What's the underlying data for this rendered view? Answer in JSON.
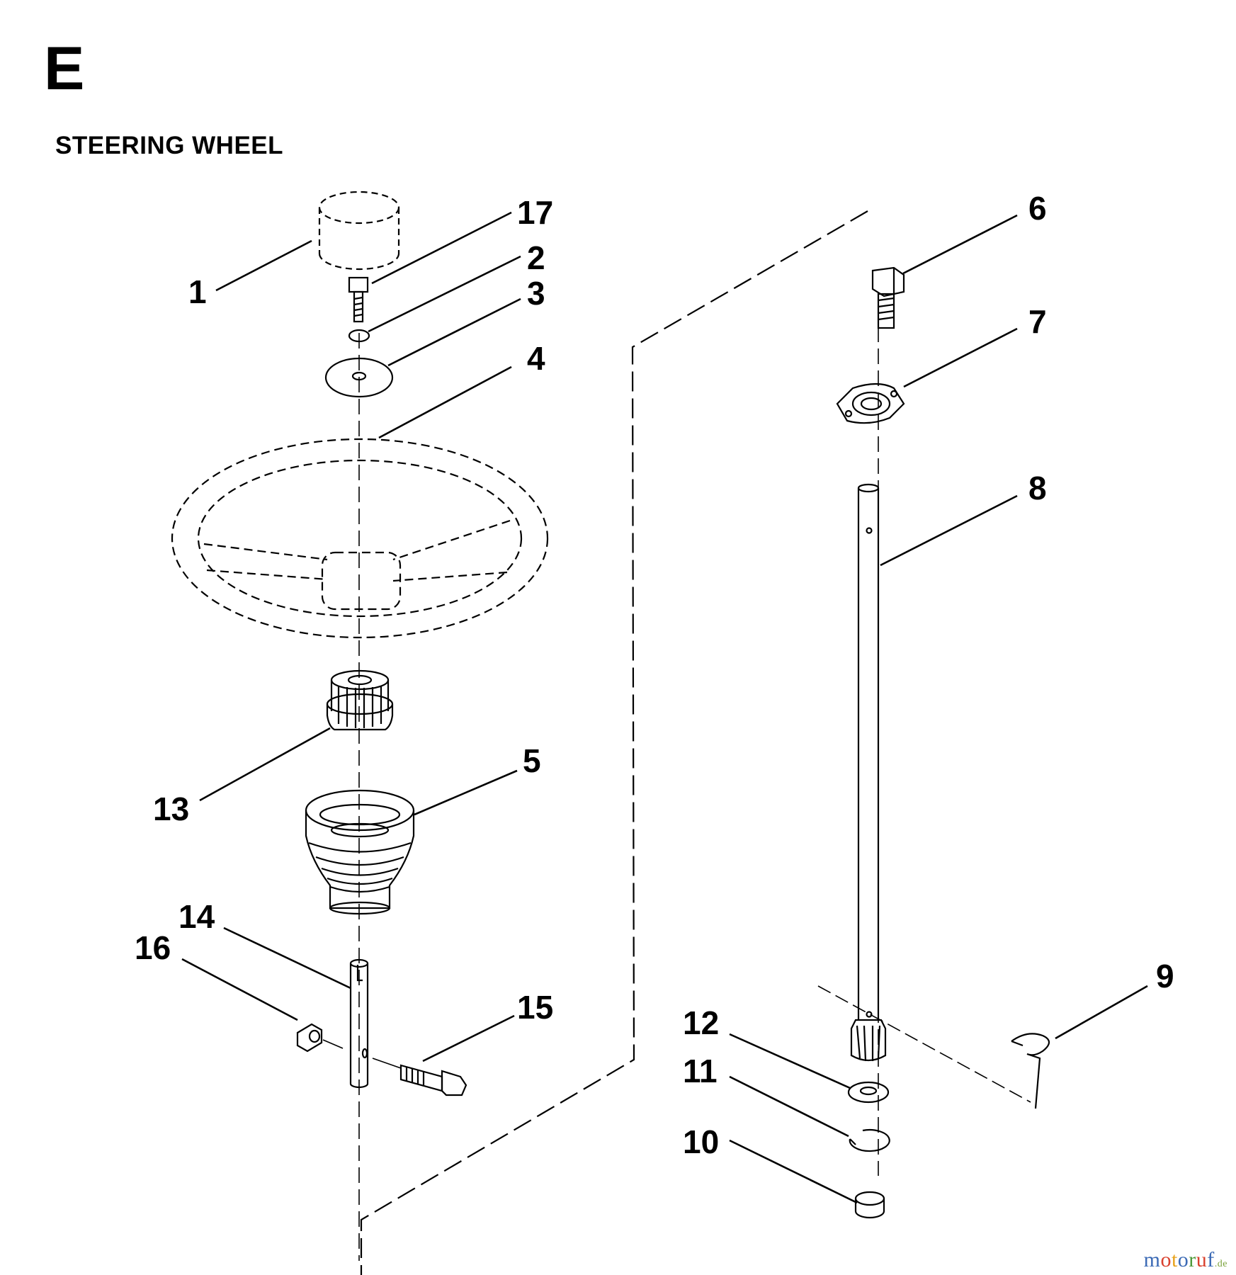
{
  "header": {
    "section_letter": "E",
    "title": "STEERING WHEEL"
  },
  "parts": [
    {
      "number": "1"
    },
    {
      "number": "2"
    },
    {
      "number": "3"
    },
    {
      "number": "4"
    },
    {
      "number": "5"
    },
    {
      "number": "6"
    },
    {
      "number": "7"
    },
    {
      "number": "8"
    },
    {
      "number": "9"
    },
    {
      "number": "10"
    },
    {
      "number": "11"
    },
    {
      "number": "12"
    },
    {
      "number": "13"
    },
    {
      "number": "14"
    },
    {
      "number": "15"
    },
    {
      "number": "16"
    },
    {
      "number": "17"
    }
  ],
  "watermark": {
    "letters": [
      "m",
      "o",
      "t",
      "o",
      "r",
      "u",
      "f"
    ],
    "letter_colors": [
      "#3b6ab5",
      "#d9412e",
      "#e8a21d",
      "#3b6ab5",
      "#4d9a3a",
      "#d9412e",
      "#3b6ab5"
    ],
    "suffix": ".de"
  }
}
